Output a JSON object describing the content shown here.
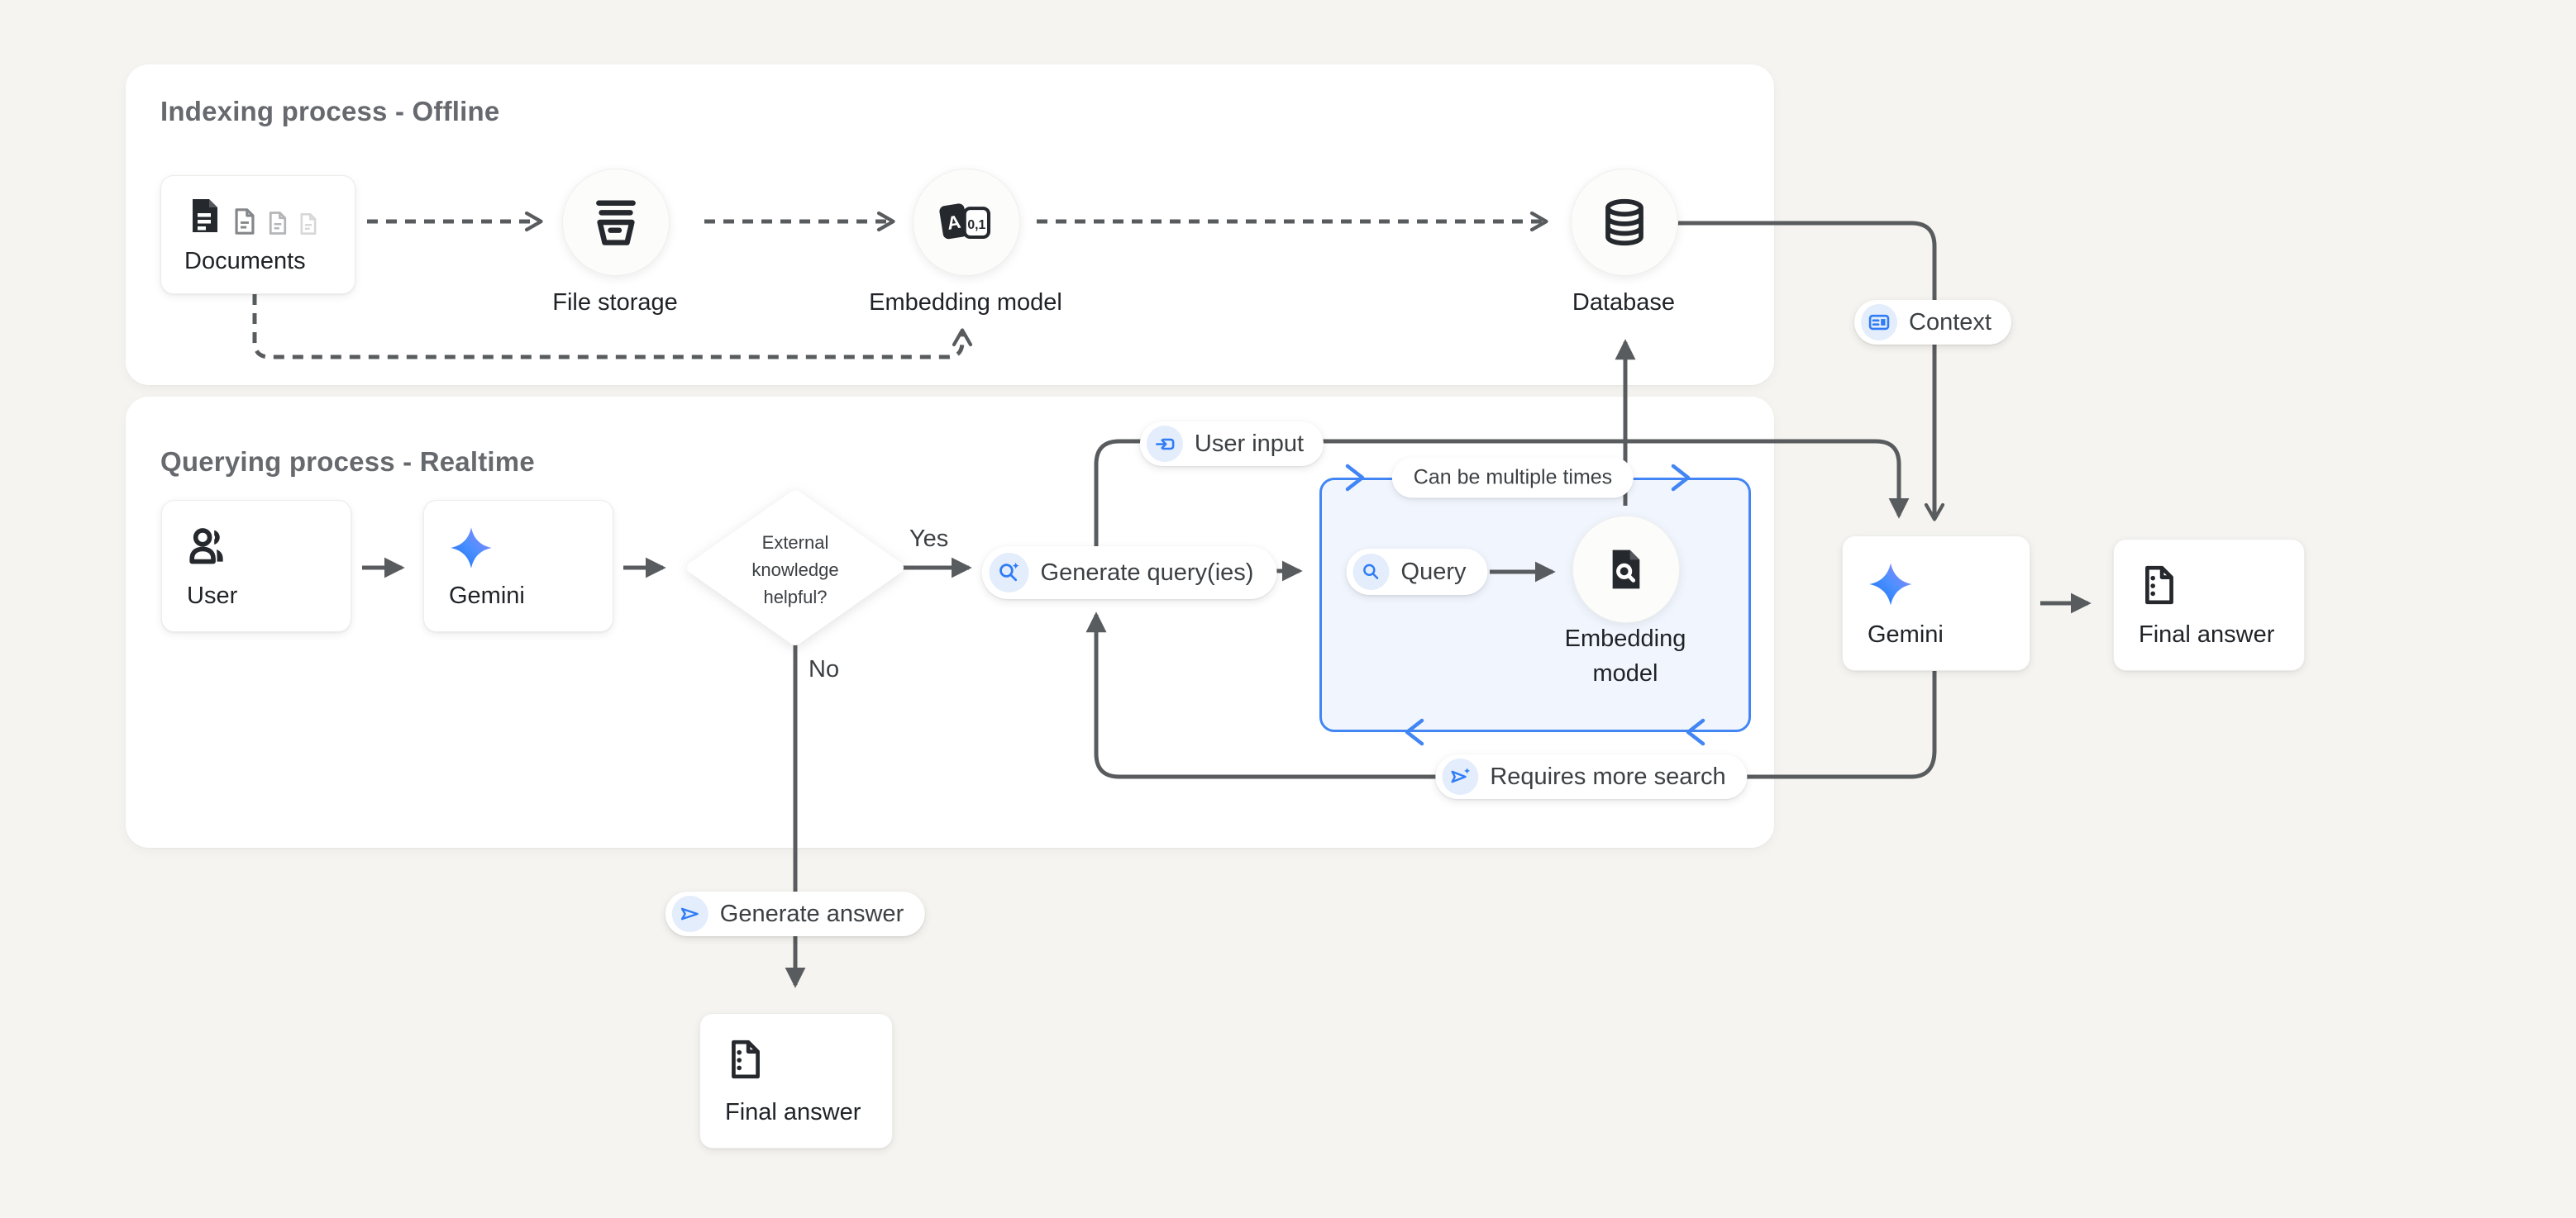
{
  "colors": {
    "accent_blue": "#4285F4",
    "line_gray": "#595C5E",
    "icon_chip_bg": "#E4EDFC",
    "page_bg": "#F5F4F0",
    "panel_bg": "#FFFFFF",
    "loop_box_bg": "#F1F6FE"
  },
  "icons": {
    "documents": "documents-stack-icon",
    "file_storage": "storage-bucket-icon",
    "embedding_model_offline": "text-to-numbers-a01-icon",
    "database": "database-cylinder-icon",
    "context": "context-field-icon",
    "user": "people-icon",
    "gemini": "gemini-star-icon",
    "generate_query": "search-spark-icon",
    "query": "search-icon",
    "embedding_model_query": "document-search-icon",
    "user_input": "input-arrow-icon",
    "requires_more_search": "send-spark-icon",
    "generate_answer": "send-icon",
    "final_answer": "answer-document-icon"
  },
  "indexing": {
    "title": "Indexing process - Offline",
    "documents_label": "Documents",
    "file_storage_label": "File storage",
    "embedding_model_label": "Embedding model",
    "database_label": "Database",
    "context_label": "Context"
  },
  "querying": {
    "title": "Querying process - Realtime",
    "user_label": "User",
    "gemini_label": "Gemini",
    "decision_label": "External knowledge helpful?",
    "yes_label": "Yes",
    "no_label": "No",
    "generate_query_label": "Generate query(ies)",
    "loop_label": "Can be multiple times",
    "query_label": "Query",
    "embedding_model_label": "Embedding model",
    "user_input_label": "User input",
    "requires_more_search_label": "Requires more search",
    "generate_answer_label": "Generate answer",
    "gemini_right_label": "Gemini",
    "final_answer_right_label": "Final answer",
    "final_answer_bottom_label": "Final answer"
  }
}
